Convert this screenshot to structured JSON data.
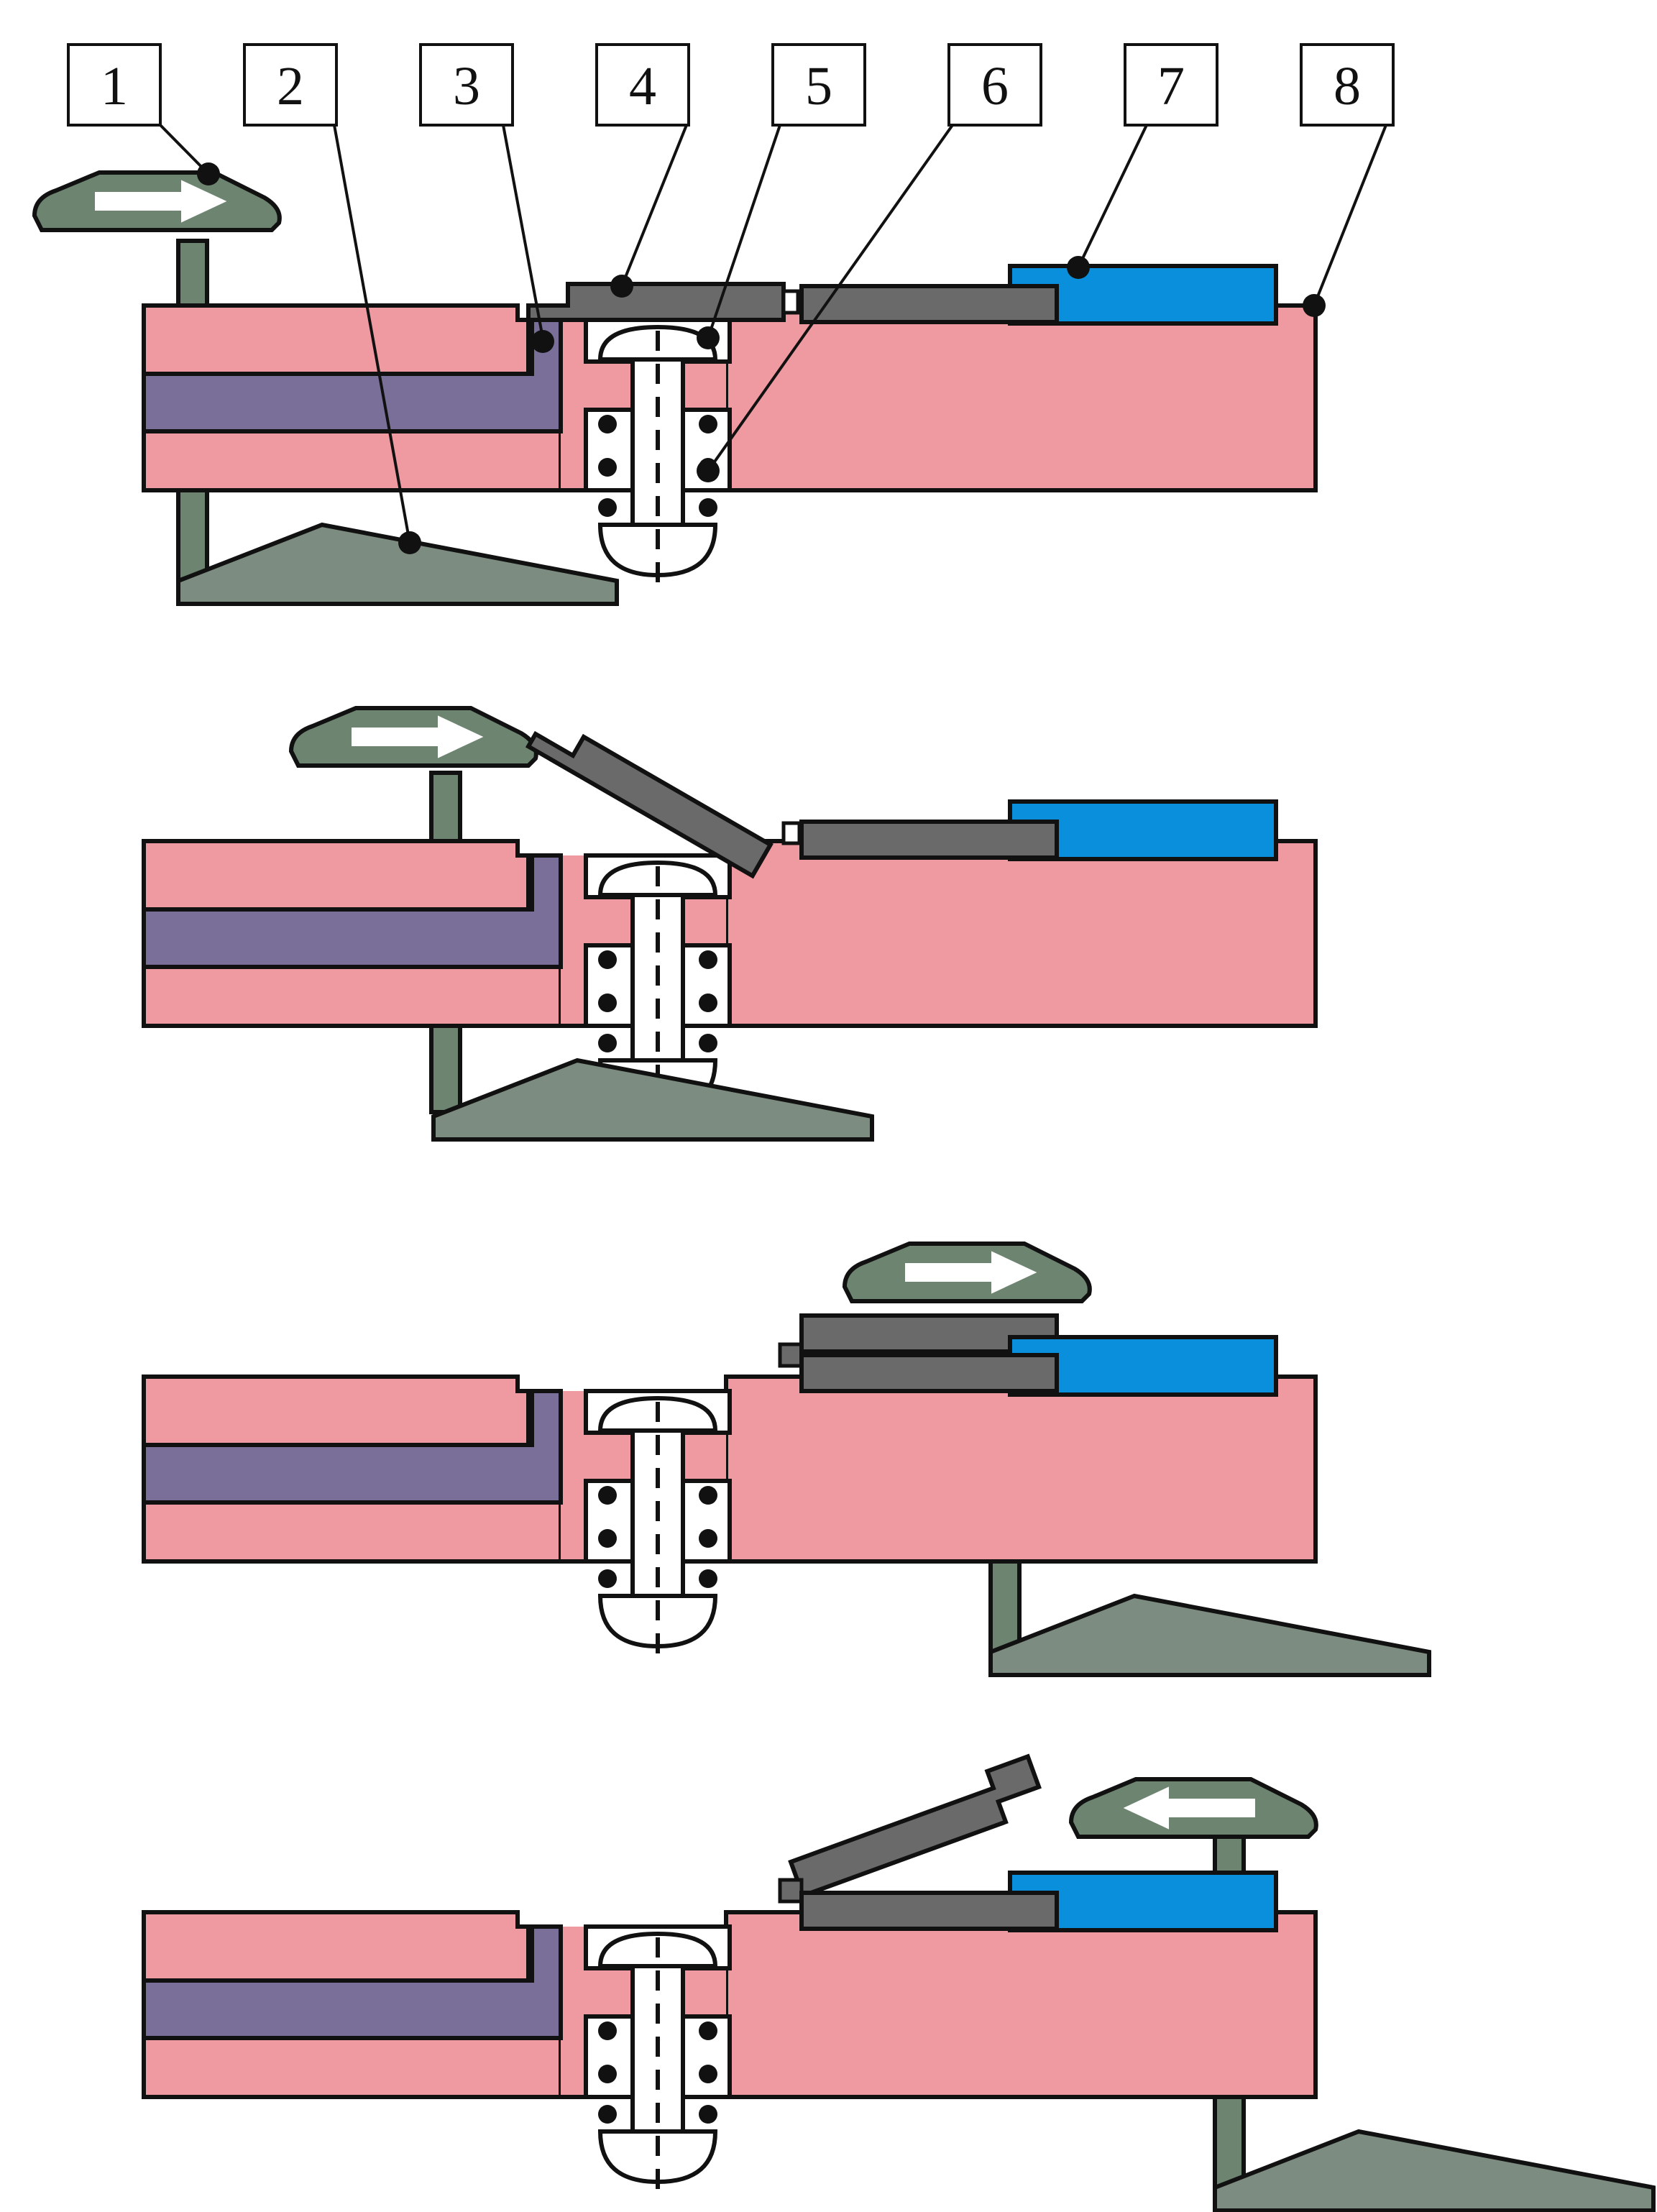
{
  "labels": [
    "1",
    "2",
    "3",
    "4",
    "5",
    "6",
    "7",
    "8"
  ],
  "colors": {
    "body_pink": "#ef9aa0",
    "purple_layer": "#7a6f98",
    "plate_gray": "#6a6a6a",
    "wiper_green": "#6d8470",
    "ramp_gray": "#7d8c80",
    "blue_block": "#0a8fdc",
    "outline": "#111111",
    "arrow": "#ffffff"
  },
  "panels": [
    {
      "id": "stage-1",
      "lid": "closed",
      "arrow": "right"
    },
    {
      "id": "stage-2",
      "lid": "open",
      "arrow": "right"
    },
    {
      "id": "stage-3",
      "lid": "stacked",
      "arrow": "right"
    },
    {
      "id": "stage-4",
      "lid": "open",
      "arrow": "left"
    }
  ]
}
